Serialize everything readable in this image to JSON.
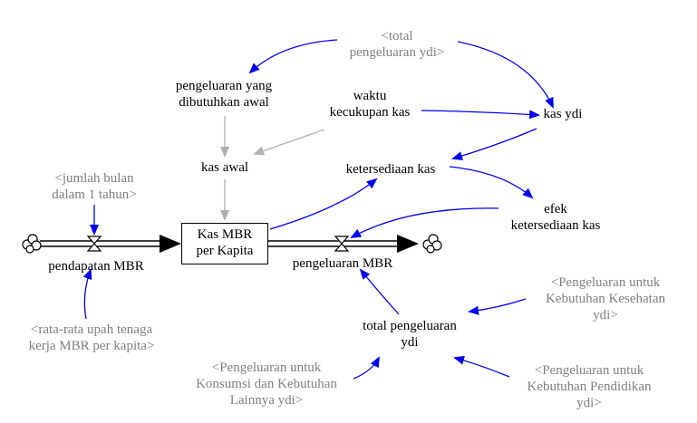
{
  "diagram": {
    "stock": {
      "label": "Kas MBR\nper Kapita"
    },
    "flows": {
      "inflow": "pendapatan MBR",
      "outflow": "pengeluaran MBR"
    },
    "variables": {
      "pengeluaran_awal": "pengeluaran yang\ndibutuhkan awal",
      "waktu_kecukupan": "waktu\nkecukupan kas",
      "kas_awal": "kas awal",
      "ketersediaan_kas": "ketersediaan kas",
      "kas_ydi": "kas ydi",
      "efek_ketersediaan": "efek\nketersediaan kas",
      "total_pengeluaran": "total pengeluaran\nydi"
    },
    "shadow_variables": {
      "total_pengeluaran_shadow": "<total\npengeluaran ydi>",
      "jumlah_bulan": "<jumlah bulan\ndalam 1 tahun>",
      "rata_upah": "<rata-rata upah tenaga\nkerja MBR per kapita>",
      "kesehatan": "<Pengeluaran untuk\nKebutuhan Kesehatan\nydi>",
      "konsumsi": "<Pengeluaran untuk\nKonsumsi dan Kebutuhan\nLainnya ydi>",
      "pendidikan": "<Pengeluaran untuk\nKebutuhan Pendidikan\nydi>"
    },
    "colors": {
      "link": "#0000ee",
      "initial_link": "#b0b0b0",
      "flow": "#000000",
      "shadow_text": "#808080"
    }
  }
}
